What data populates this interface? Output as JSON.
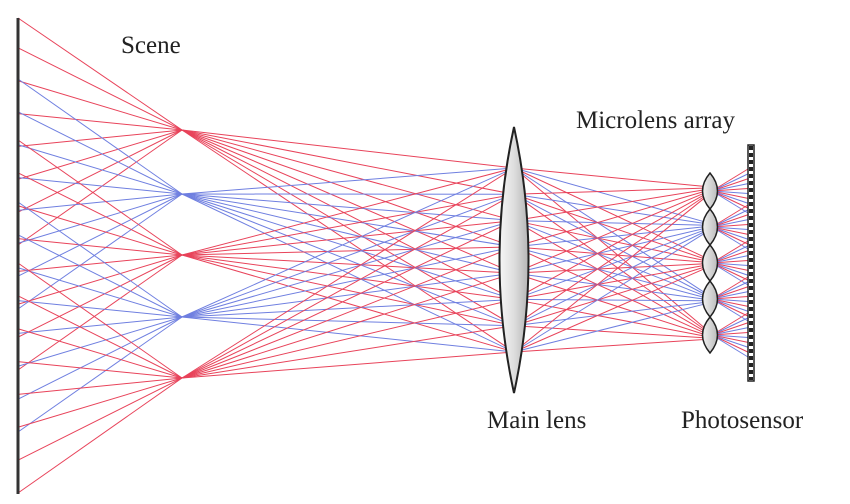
{
  "labels": {
    "scene": "Scene",
    "microlens_array": "Microlens array",
    "main_lens": "Main lens",
    "photosensor": "Photosensor"
  },
  "colors": {
    "red_ray": "#e8435a",
    "blue_ray": "#6f7fe0",
    "scene_plane": "#333333",
    "lens_fill": "#dcdcdc",
    "lens_stroke": "#222222"
  },
  "icons": {
    "main_lens": "biconvex-lens-icon",
    "microlens": "small-lens-icon",
    "sensor": "dashed-sensor-strip-icon"
  }
}
